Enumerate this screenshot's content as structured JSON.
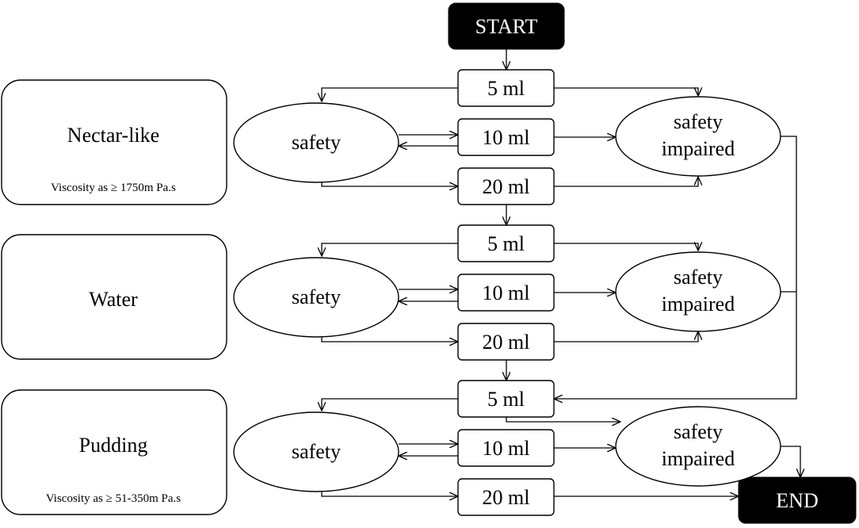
{
  "start_label": "START",
  "end_label": "END",
  "panels": [
    {
      "title": "Nectar-like",
      "subtitle": "Viscosity as ≥ 1750m Pa.s",
      "volumes": [
        "5 ml",
        "10 ml",
        "20 ml"
      ],
      "safe_label": "safety",
      "impaired_label": [
        "safety",
        "impaired"
      ]
    },
    {
      "title": "Water",
      "subtitle": "",
      "volumes": [
        "5 ml",
        "10 ml",
        "20 ml"
      ],
      "safe_label": "safety",
      "impaired_label": [
        "safety",
        "impaired"
      ]
    },
    {
      "title": "Pudding",
      "subtitle": "Viscosity as ≥ 51-350m Pa.s",
      "volumes": [
        "5 ml",
        "10 ml",
        "20 ml"
      ],
      "safe_label": "safety",
      "impaired_label": [
        "safety",
        "impaired"
      ]
    }
  ]
}
